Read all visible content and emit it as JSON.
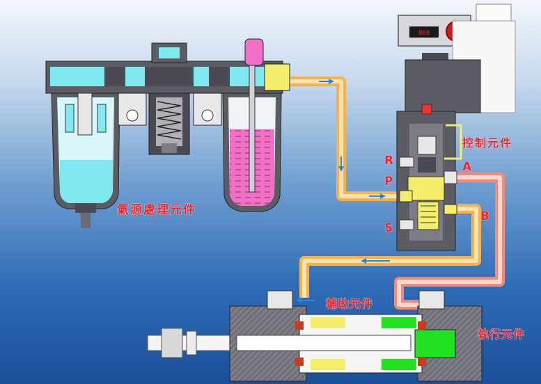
{
  "labels": {
    "air_source": "氣源處理元件",
    "control": "控制元件",
    "auxiliary": "輔助元件",
    "actuator": "執行元件"
  },
  "ports": {
    "r": "R",
    "p": "P",
    "s": "S",
    "a": "A",
    "b": "B"
  },
  "panel": {
    "display": "888"
  },
  "colors": {
    "supply_line": "#f7c877",
    "exhaust_line": "#ffd2c2",
    "air_cyan": "#7fe8f0",
    "oil_pink": "#f070c8",
    "valve_yellow": "#f5ee6b",
    "piston_green": "#22e022",
    "flow_arrow": "#1e88e8"
  }
}
